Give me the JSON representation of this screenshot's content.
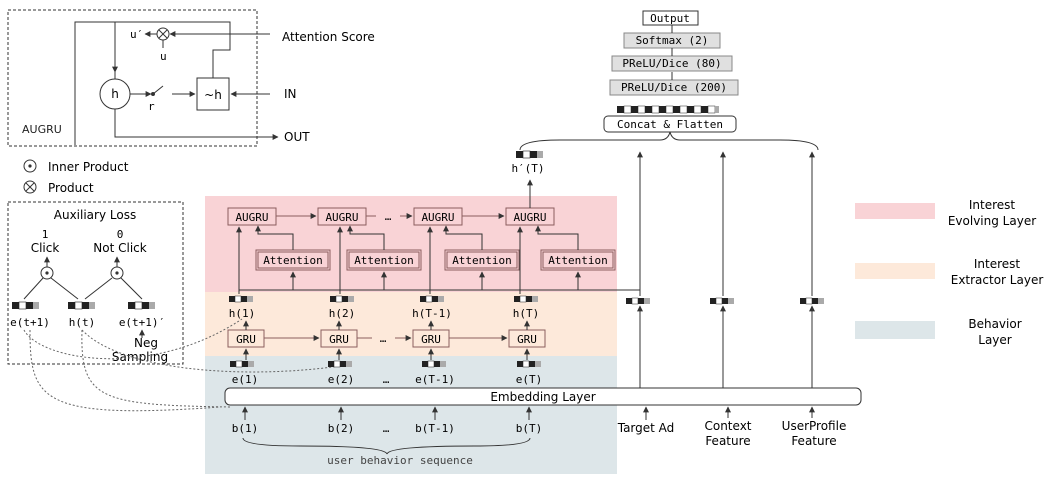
{
  "augru_panel": {
    "title": "AUGRU",
    "h": "h",
    "h_tilde": "~h",
    "r": "r",
    "u": "u",
    "u_prime": "u′",
    "attention_score": "Attention Score",
    "in": "IN",
    "out": "OUT"
  },
  "legend_ops": {
    "inner_product": "Inner Product",
    "product": "Product"
  },
  "aux_loss": {
    "title": "Auxiliary Loss",
    "click_value": "1",
    "click_label": "Click",
    "notclick_value": "0",
    "notclick_label": "Not Click",
    "inputs": [
      "e(t+1)",
      "h(t)",
      "e(t+1)′"
    ],
    "neg_sampling_1": "Neg",
    "neg_sampling_2": "Sampling"
  },
  "evolving": {
    "augru_label": "AUGRU",
    "attention_label": "Attention",
    "ellipsis": "…",
    "final_state": "h′(T)"
  },
  "extractor": {
    "gru_label": "GRU",
    "hidden_states": [
      "h(1)",
      "h(2)",
      "h(T-1)",
      "h(T)"
    ],
    "ellipsis": "…"
  },
  "behavior": {
    "embeddings": [
      "e(1)",
      "e(2)",
      "e(T-1)",
      "e(T)"
    ],
    "behaviors": [
      "b(1)",
      "b(2)",
      "b(T-1)",
      "b(T)"
    ],
    "ellipsis": "…",
    "sequence_label": "user behavior sequence"
  },
  "embedding_layer": "Embedding Layer",
  "mlp": {
    "output": "Output",
    "softmax": "Softmax (2)",
    "prelu80": "PReLU/Dice (80)",
    "prelu200": "PReLU/Dice (200)",
    "concat": "Concat & Flatten"
  },
  "side_features": {
    "target_ad": "Target Ad",
    "context_1": "Context",
    "context_2": "Feature",
    "userprofile_1": "UserProfile",
    "userprofile_2": "Feature"
  },
  "layer_legend": {
    "evolving_1": "Interest",
    "evolving_2": "Evolving Layer",
    "extractor_1": "Interest",
    "extractor_2": "Extractor Layer",
    "behavior_1": "Behavior",
    "behavior_2": "Layer"
  },
  "colors": {
    "evolving_bg": "#f9d3d6",
    "extractor_bg": "#fde9da",
    "behavior_bg": "#dde6e9",
    "node_border": "#8a5e5e",
    "box_gray": "#e0e0e0",
    "line": "#333333"
  }
}
